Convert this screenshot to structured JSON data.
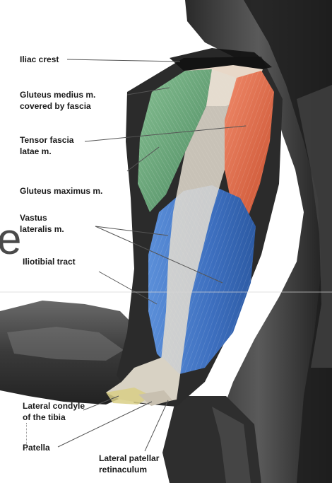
{
  "labels": {
    "iliac_crest": [
      "Iliac crest"
    ],
    "gluteus_medius": [
      "Gluteus medius m.",
      "covered by fascia"
    ],
    "tensor_fascia": [
      "Tensor fascia",
      "latae m."
    ],
    "gluteus_maximus": [
      "Gluteus maximus m."
    ],
    "vastus_lateralis": [
      "Vastus",
      "lateralis m."
    ],
    "iliotibial_tract": [
      "Iliotibial tract"
    ],
    "lateral_condyle": [
      "Lateral condyle",
      "of the tibia"
    ],
    "patella": [
      "Patella"
    ],
    "lateral_patellar_retinaculum": [
      "Lateral patellar",
      "retinaculum"
    ]
  },
  "stray_glyph": "e",
  "colors": {
    "gluteus_medius": "#5e9e72",
    "tensor_fascia": "#e06a4a",
    "vastus_lateralis": "#3f74c4",
    "iliotibial_tract": "#e4ddd0",
    "leader_line": "#555555"
  }
}
